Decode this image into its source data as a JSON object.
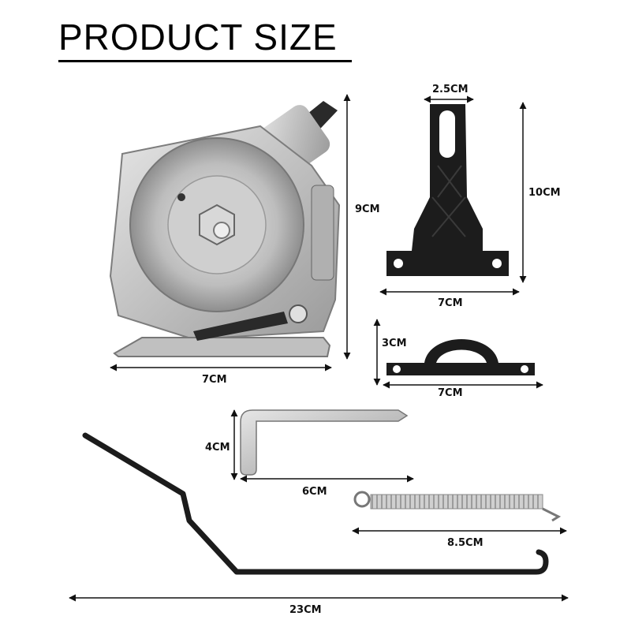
{
  "page": {
    "title": "PRODUCT SIZE"
  },
  "dimensions": {
    "cutter_height": "9CM",
    "cutter_width": "7CM",
    "bracket_top_width": "2.5CM",
    "bracket_height": "10CM",
    "bracket_base_width": "7CM",
    "clamp_height": "3CM",
    "clamp_width": "7CM",
    "wrench_height": "4CM",
    "wrench_width": "6CM",
    "spring_length": "8.5CM",
    "lever_length": "23CM"
  },
  "colors": {
    "metal": "#c9c9c9",
    "dark_metal": "#8a8a8a",
    "plastic": "#1c1c1c",
    "line": "#111111"
  }
}
